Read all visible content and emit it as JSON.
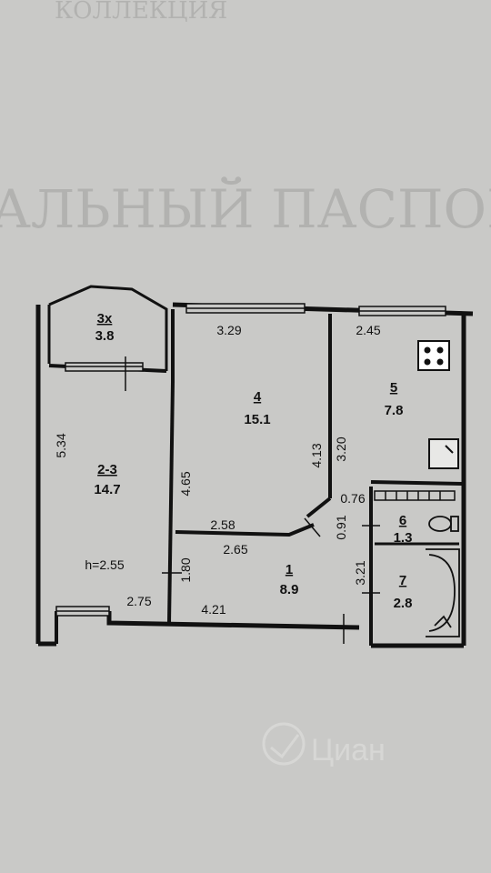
{
  "background_texts": {
    "top_line": "КОЛЛЕКЦИЯ",
    "heading": "АЛЬНЫЙ ПАСПОР"
  },
  "watermark": {
    "brand": "Циан"
  },
  "rooms": [
    {
      "id": "balcony",
      "number": "3х",
      "area": "3.8"
    },
    {
      "id": "living",
      "number": "4",
      "area": "15.1"
    },
    {
      "id": "kitchen",
      "number": "5",
      "area": "7.8"
    },
    {
      "id": "room",
      "number": "2-3",
      "area": "14.7"
    },
    {
      "id": "hall",
      "number": "1",
      "area": "8.9"
    },
    {
      "id": "wc",
      "number": "6",
      "area": "1.3"
    },
    {
      "id": "bath",
      "number": "7",
      "area": "2.8"
    }
  ],
  "ceiling_height": "h=2.55",
  "dimensions": [
    "3.29",
    "2.45",
    "5.34",
    "4.65",
    "4.13",
    "3.20",
    "0.76",
    "0.91",
    "2.58",
    "2.65",
    "1.80",
    "3.21",
    "2.75",
    "4.21"
  ],
  "colors": {
    "paper": "#c9c9c7",
    "wall": "#111111",
    "ghost_text": "#b2b2b0"
  }
}
